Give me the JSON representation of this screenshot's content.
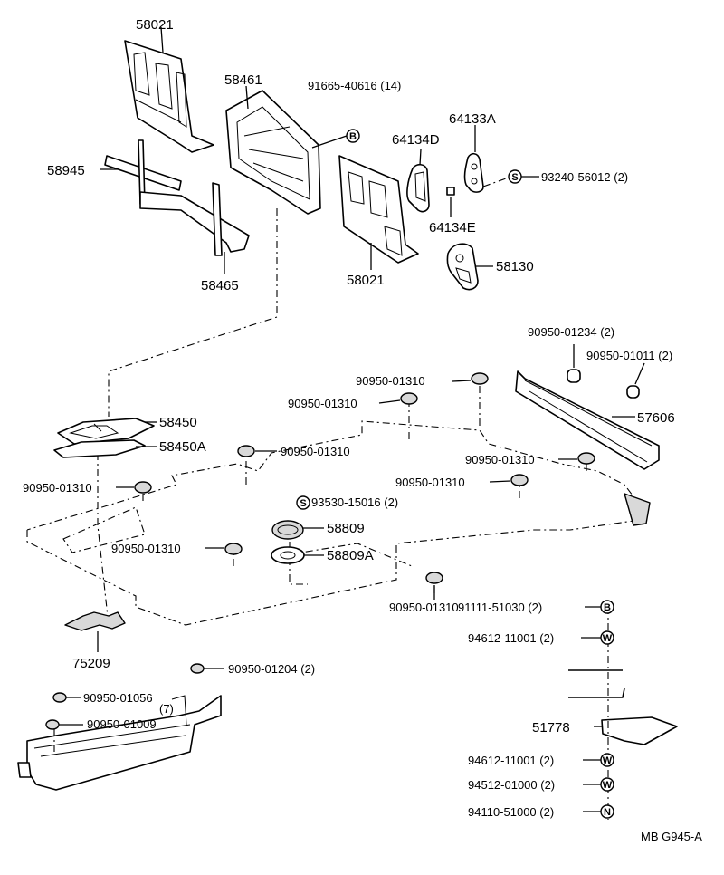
{
  "parts": {
    "p58021_top": "58021",
    "p58461": "58461",
    "p91665": "91665-40616 (14)",
    "p64133A": "64133A",
    "p64134D": "64134D",
    "p93240": "93240-56012 (2)",
    "p58945": "58945",
    "p64134E": "64134E",
    "p58130": "58130",
    "p58465": "58465",
    "p58021_bot": "58021",
    "p90950_01234": "90950-01234 (2)",
    "p90950_01011": "90950-01011 (2)",
    "p90950_01310_a": "90950-01310",
    "p90950_01310_b": "90950-01310",
    "p57606": "57606",
    "p58450": "58450",
    "p58450A": "58450A",
    "p90950_01310_c": "90950-01310",
    "p90950_01310_d": "90950-01310",
    "p90950_01310_e": "90950-01310",
    "p90950_01310_f": "90950-01310",
    "p93530": "93530-15016 (2)",
    "p58809": "58809",
    "p90950_01310_g": "90950-01310",
    "p58809A": "58809A",
    "p90950_01310_h": "90950-01310",
    "p91111": "91111-51030 (2)",
    "p75209": "75209",
    "p94612_a": "94612-11001 (2)",
    "p90950_01204": "90950-01204 (2)",
    "p90950_01056": "90950-01056",
    "p7": "(7)",
    "p90950_01009": "90950-01009",
    "p51778": "51778",
    "p94612_b": "94612-11001 (2)",
    "p94512": "94512-01000 (2)",
    "p94110": "94110-51000 (2)"
  },
  "symbols": {
    "b": "B",
    "s": "S",
    "w": "W",
    "n": "N"
  },
  "footer": {
    "code": "MB G945-A"
  }
}
